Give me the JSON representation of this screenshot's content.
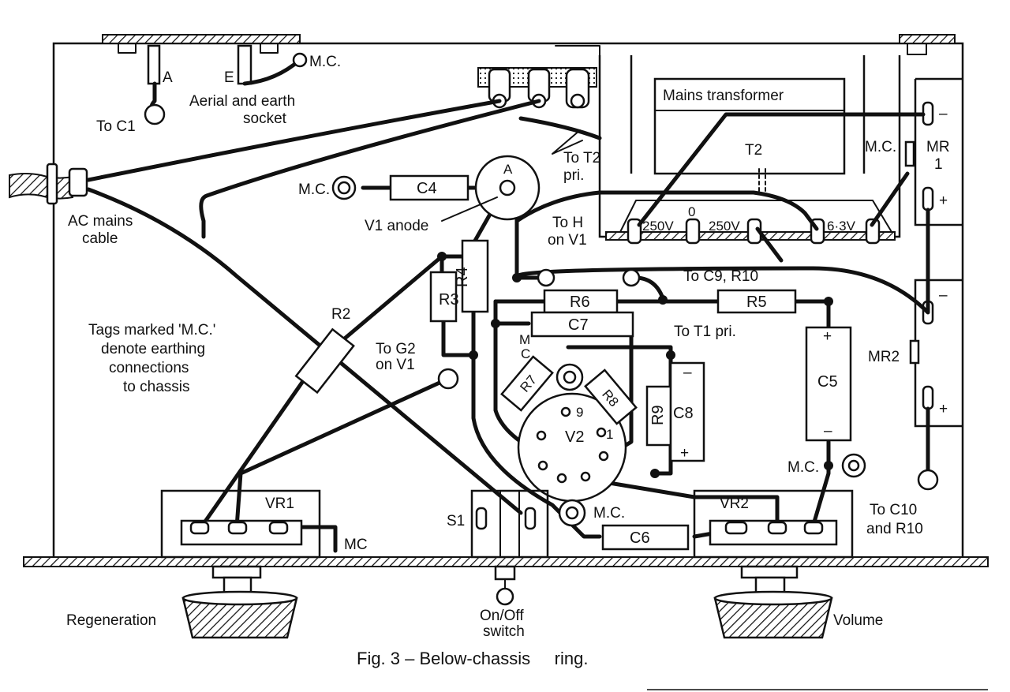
{
  "figure": {
    "caption": "Fig. 3 – Below-chassis     ring."
  },
  "labels": {
    "aerial_a": "A",
    "earth_e": "E",
    "mc_aerial": "M.C.",
    "aerial_socket_1": "Aerial and earth",
    "aerial_socket_2": "socket",
    "to_c1": "To C1",
    "mains_transformer": "Mains transformer",
    "to_t2_1": "To T2",
    "to_t2_2": "pri.",
    "t2": "T2",
    "mc_mr1": "M.C.",
    "mr1_1": "MR",
    "mr1_2": "1",
    "mr1_minus": "–",
    "mr1_plus": "+",
    "ac_mains_1": "AC mains",
    "ac_mains_2": "cable",
    "mc_c4": "M.C.",
    "c4": "C4",
    "anode_a": "A",
    "v1_anode": "V1 anode",
    "tap_250a": "250V",
    "tap_0": "0",
    "tap_250b": "250V",
    "tap_63": "6·3V",
    "to_h_1": "To H",
    "to_h_2": "on V1",
    "r4": "R4",
    "r3": "R3",
    "to_c9_r10": "To C9, R10",
    "r6": "R6",
    "r5": "R5",
    "c7": "C7",
    "to_t1_pri": "To T1 pri.",
    "mr2_minus": "–",
    "mr2": "MR2",
    "mr2_plus": "+",
    "tags_1": "Tags marked 'M.C.'",
    "tags_2": "denote earthing",
    "tags_3": "connections",
    "tags_4": "to chassis",
    "r2": "R2",
    "to_g2_1": "To G2",
    "to_g2_2": "on V1",
    "mc_v2": "M",
    "mc_v2b": "C.",
    "r7": "R7",
    "r8": "R8",
    "pin9": "9",
    "pin1": "1",
    "v2": "V2",
    "r9": "R9",
    "c8": "C8",
    "c8_minus": "–",
    "c8_plus": "+",
    "c5": "C5",
    "c5_plus": "+",
    "c5_minus": "–",
    "mc_c5": "M.C.",
    "to_c10_1": "To C10",
    "to_c10_2": "and R10",
    "vr1": "VR1",
    "mc_vr1": "MC",
    "s1": "S1",
    "mc_bottom": "M.C.",
    "vr2": "VR2",
    "c6": "C6",
    "regeneration": "Regeneration",
    "onoff_1": "On/Off",
    "onoff_2": "switch",
    "volume": "Volume"
  }
}
